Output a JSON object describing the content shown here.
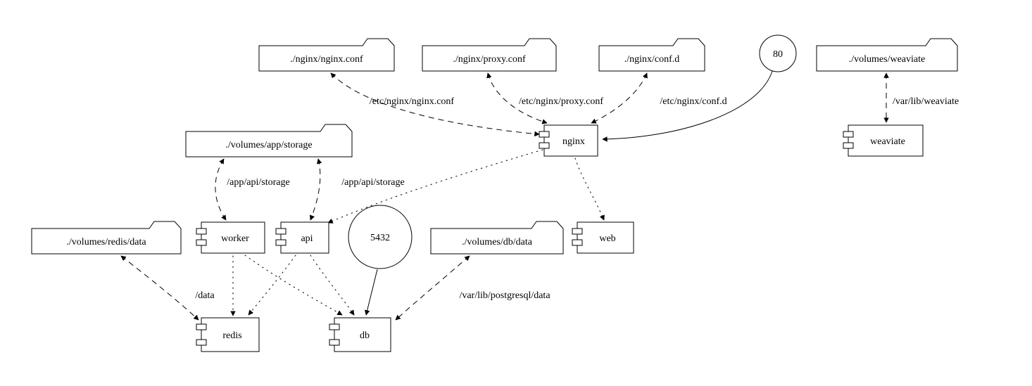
{
  "diagram": {
    "nodes": {
      "nginx_conf": "./nginx/nginx.conf",
      "proxy_conf": "./nginx/proxy.conf",
      "conf_d": "./nginx/conf.d",
      "port80": "80",
      "volumes_weaviate": "./volumes/weaviate",
      "volumes_app_storage": "./volumes/app/storage",
      "nginx": "nginx",
      "weaviate": "weaviate",
      "volumes_redis_data": "./volumes/redis/data",
      "worker": "worker",
      "api": "api",
      "port5432": "5432",
      "volumes_db_data": "./volumes/db/data",
      "web": "web",
      "redis": "redis",
      "db": "db"
    },
    "edge_labels": {
      "nginx_conf_mount": "/etc/nginx/nginx.conf",
      "proxy_conf_mount": "/etc/nginx/proxy.conf",
      "conf_d_mount": "/etc/nginx/conf.d",
      "weaviate_mount": "/var/lib/weaviate",
      "storage_mount_worker": "/app/api/storage",
      "storage_mount_api": "/app/api/storage",
      "redis_mount": "/data",
      "db_mount": "/var/lib/postgresql/data"
    },
    "colors": {
      "stroke": "#000000",
      "fill": "#ffffff"
    }
  }
}
